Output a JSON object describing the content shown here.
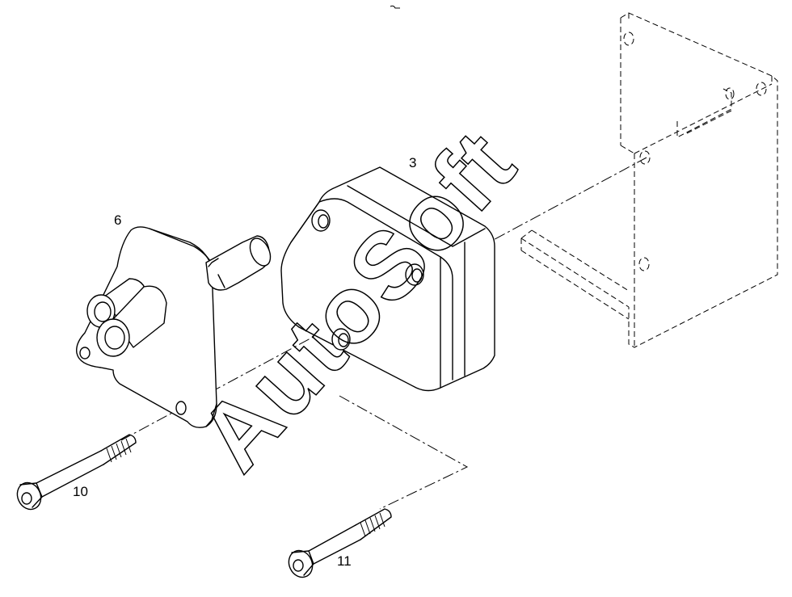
{
  "callouts": {
    "part_3": "3",
    "part_6": "6",
    "part_10": "10",
    "part_11": "11"
  },
  "watermark": "AutoSoft"
}
